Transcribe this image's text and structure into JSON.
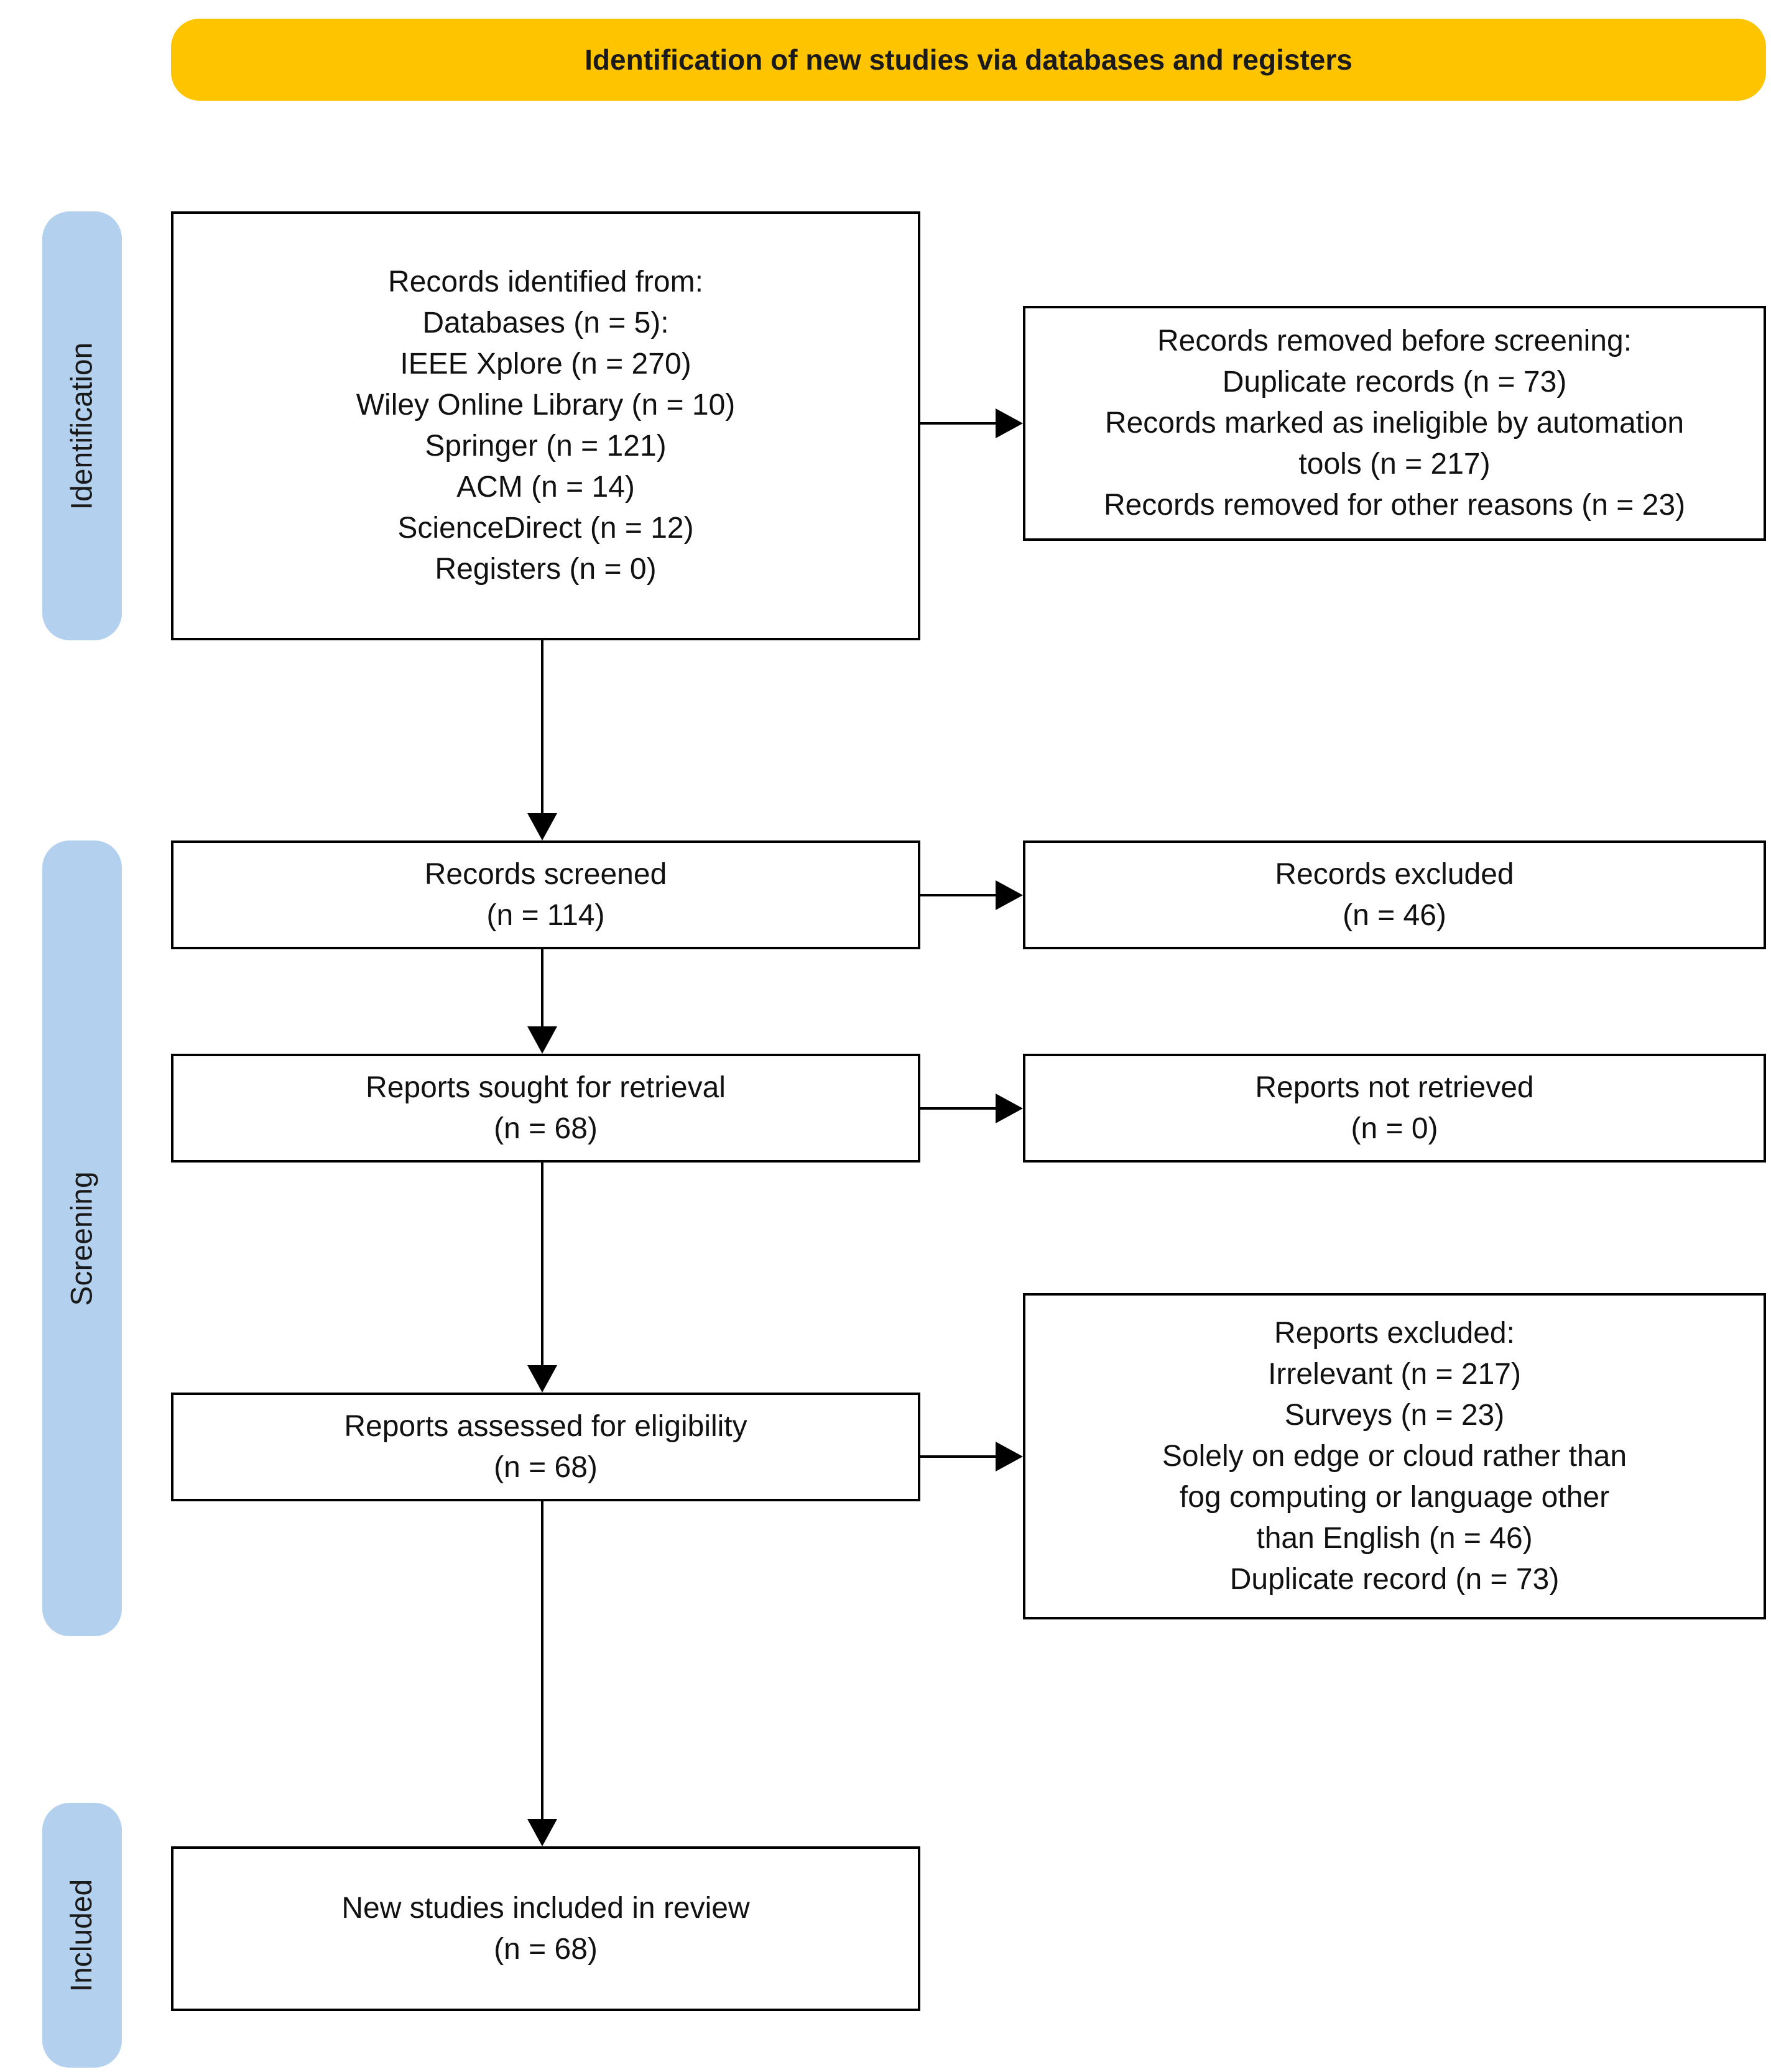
{
  "banner": {
    "title": "Identification of new studies via databases and registers"
  },
  "stages": {
    "identification": "Identification",
    "screening": "Screening",
    "included": "Included"
  },
  "colors": {
    "banner_bg": "#FFC400",
    "stage_bg": "#B3D1EE",
    "box_border": "#000000"
  },
  "boxes": {
    "records_identified": {
      "lines": [
        "Records identified from:",
        "Databases (n = 5):",
        "IEEE Xplore (n = 270)",
        "Wiley Online Library (n = 10)",
        "Springer (n = 121)",
        "ACM (n = 14)",
        "ScienceDirect (n = 12)",
        "Registers (n = 0)"
      ]
    },
    "records_removed": {
      "lines": [
        "Records removed before screening:",
        "Duplicate records (n = 73)",
        "Records marked as ineligible by automation",
        "tools (n = 217)",
        "Records removed for other reasons (n = 23)"
      ]
    },
    "records_screened": {
      "lines": [
        "Records screened",
        "(n = 114)"
      ]
    },
    "records_excluded": {
      "lines": [
        "Records excluded",
        "(n = 46)"
      ]
    },
    "reports_sought": {
      "lines": [
        "Reports sought for retrieval",
        "(n = 68)"
      ]
    },
    "reports_not_retrieved": {
      "lines": [
        "Reports not retrieved",
        "(n = 0)"
      ]
    },
    "reports_assessed": {
      "lines": [
        "Reports assessed for eligibility",
        "(n = 68)"
      ]
    },
    "reports_excluded": {
      "lines": [
        "Reports excluded:",
        "Irrelevant (n = 217)",
        "Surveys (n = 23)",
        "Solely on edge or cloud rather than",
        "fog computing or language other",
        "than English (n = 46)",
        "Duplicate record (n = 73)"
      ]
    },
    "new_studies_included": {
      "lines": [
        "New studies included in review",
        "(n = 68)"
      ]
    }
  }
}
